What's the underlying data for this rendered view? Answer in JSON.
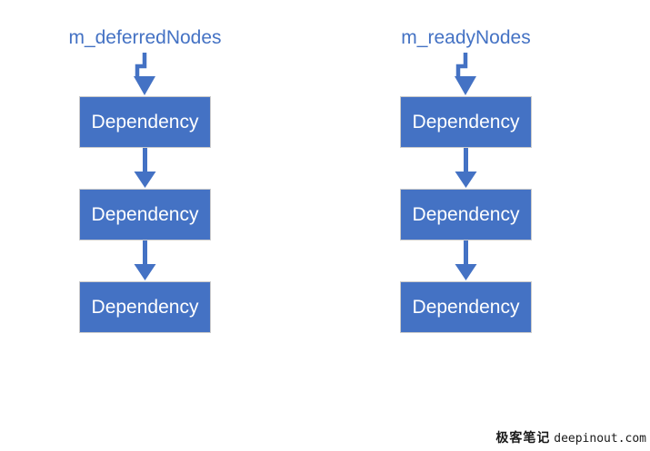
{
  "diagram": {
    "lists": [
      {
        "label": "m_deferredNodes",
        "nodes": [
          "Dependency",
          "Dependency",
          "Dependency"
        ]
      },
      {
        "label": "m_readyNodes",
        "nodes": [
          "Dependency",
          "Dependency",
          "Dependency"
        ]
      }
    ]
  },
  "colors": {
    "accent_blue": "#4472C4",
    "node_text": "#FFFFFF",
    "node_border": "#CBCBCB",
    "watermark_text": "#1A1A1A"
  },
  "watermark": {
    "site_name_cn": "极客笔记",
    "site_domain": "deepinout.com"
  }
}
